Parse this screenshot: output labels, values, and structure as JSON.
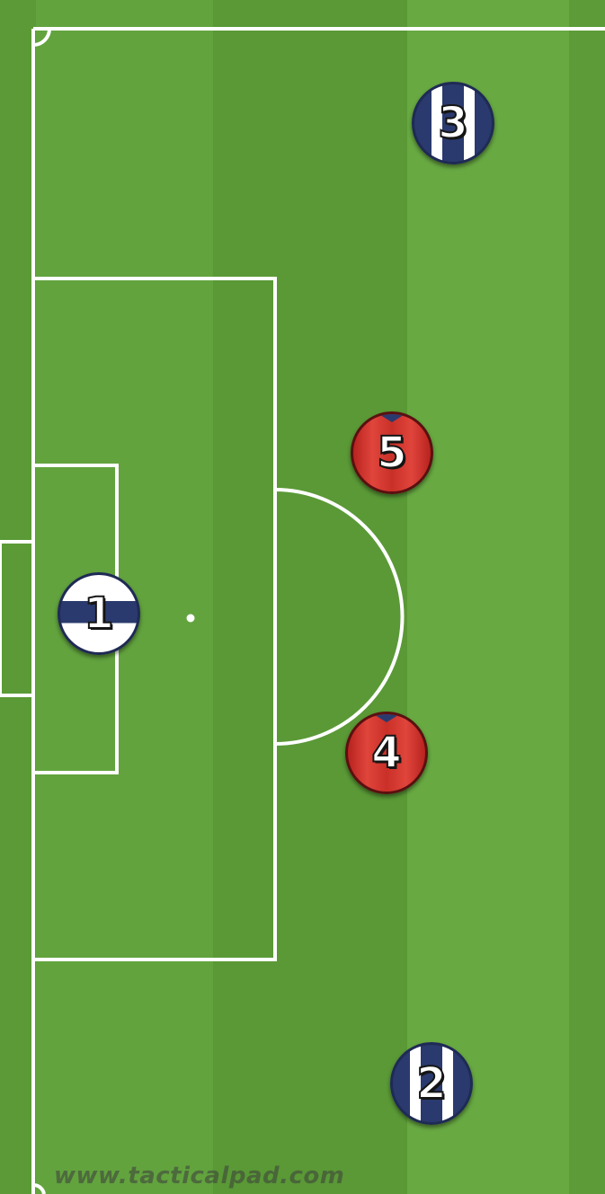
{
  "colors": {
    "grass_light": "#6aab43",
    "grass_dark": "#5a9a37",
    "lines": "#ffffff",
    "team_navy": "#2a3a6e",
    "team_red": "#d43a33"
  },
  "players": [
    {
      "number": "1",
      "team": "navy-white",
      "role": "goalkeeper"
    },
    {
      "number": "2",
      "team": "navy-white"
    },
    {
      "number": "3",
      "team": "navy-white"
    },
    {
      "number": "4",
      "team": "red"
    },
    {
      "number": "5",
      "team": "red"
    }
  ],
  "watermark": "www.tacticalpad.com"
}
